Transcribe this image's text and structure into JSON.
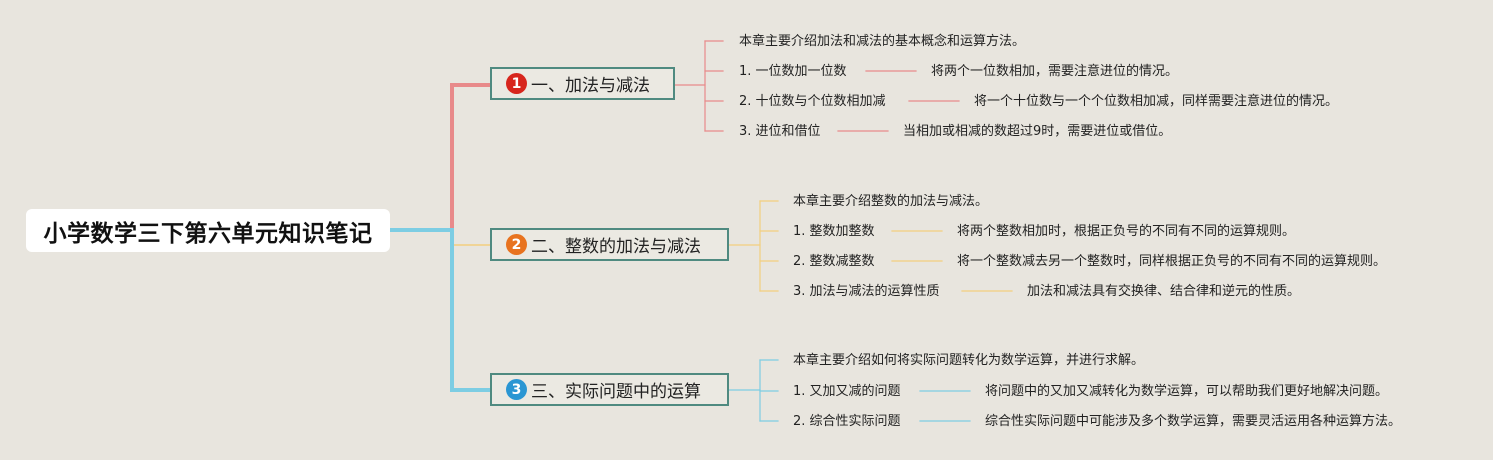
{
  "root": {
    "title": "小学数学三下第六单元知识笔记"
  },
  "branches": [
    {
      "number": "1",
      "badge_color": "#d7261d",
      "line_color": "#e88a8a",
      "label": "一、加法与减法",
      "intro": "本章主要介绍加法和减法的基本概念和运算方法。",
      "items": [
        {
          "topic": "1. 一位数加一位数",
          "detail": "将两个一位数相加，需要注意进位的情况。"
        },
        {
          "topic": "2. 十位数与个位数相加减",
          "detail": "将一个十位数与一个个位数相加减，同样需要注意进位的情况。"
        },
        {
          "topic": "3. 进位和借位",
          "detail": "当相加或相减的数超过9时，需要进位或借位。"
        }
      ]
    },
    {
      "number": "2",
      "badge_color": "#e8731f",
      "line_color": "#f3cf7e",
      "label": "二、整数的加法与减法",
      "intro": "本章主要介绍整数的加法与减法。",
      "items": [
        {
          "topic": "1. 整数加整数",
          "detail": "将两个整数相加时，根据正负号的不同有不同的运算规则。"
        },
        {
          "topic": "2. 整数减整数",
          "detail": "将一个整数减去另一个整数时，同样根据正负号的不同有不同的运算规则。"
        },
        {
          "topic": "3. 加法与减法的运算性质",
          "detail": "加法和减法具有交换律、结合律和逆元的性质。"
        }
      ]
    },
    {
      "number": "3",
      "badge_color": "#2a96d3",
      "line_color": "#7dcde3",
      "label": "三、实际问题中的运算",
      "intro": "本章主要介绍如何将实际问题转化为数学运算，并进行求解。",
      "items": [
        {
          "topic": "1. 又加又减的问题",
          "detail": "将问题中的又加又减转化为数学运算，可以帮助我们更好地解决问题。"
        },
        {
          "topic": "2. 综合性实际问题",
          "detail": "综合性实际问题中可能涉及多个数学运算，需要灵活运用各种运算方法。"
        }
      ]
    }
  ]
}
